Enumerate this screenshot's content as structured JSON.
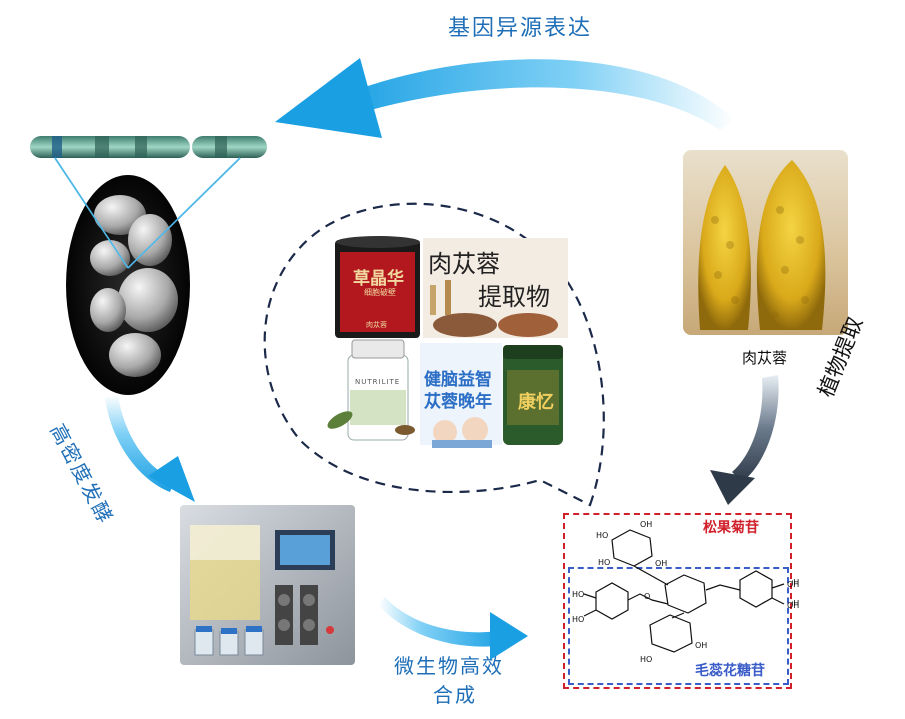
{
  "labels": {
    "heterologous_expression": "基因异源表达",
    "high_density_fermentation": "高密度发酵",
    "microbial_synthesis_line1": "微生物高效",
    "microbial_synthesis_line2": "合成",
    "plant_extraction": "植物提取",
    "plant_name": "肉苁蓉"
  },
  "compounds": {
    "pinoresinol_glucoside": "松果菊苷",
    "verbascoside": "毛蕊花糖苷"
  },
  "products": {
    "tin_brand": "草晶华",
    "tin_sub": "细胞破壁",
    "tin_bottom": "肉苁蓉",
    "box_title": "肉苁蓉",
    "box_subtitle": "提取物",
    "poster_line1": "健脑益智",
    "poster_line2": "苁蓉晚年",
    "bottle_brand": "NUTRILITE",
    "jar_label": "康忆"
  },
  "colors": {
    "arrow_blue": "#29a8e6",
    "arrow_dark": "#3d4b5c",
    "label_blue": "#1f6fb8",
    "red_box": "#d0202a",
    "blue_box": "#3a5cc8"
  }
}
